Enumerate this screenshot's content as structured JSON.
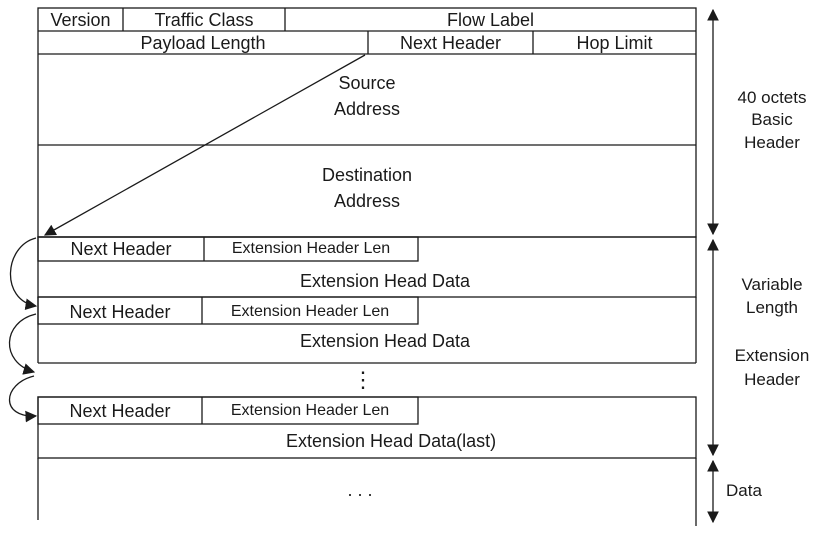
{
  "header": {
    "version": "Version",
    "traffic_class": "Traffic Class",
    "flow_label": "Flow Label",
    "payload_length": "Payload Length",
    "next_header": "Next Header",
    "hop_limit": "Hop Limit",
    "source_line1": "Source",
    "source_line2": "Address",
    "dest_line1": "Destination",
    "dest_line2": "Address"
  },
  "extensions": [
    {
      "next_header": "Next Header",
      "ext_len": "Extension Header Len",
      "data": "Extension Head Data"
    },
    {
      "next_header": "Next Header",
      "ext_len": "Extension Header Len",
      "data": "Extension Head Data"
    },
    {
      "next_header": "Next Header",
      "ext_len": "Extension Header Len",
      "data": "Extension Head Data(last)"
    }
  ],
  "vertical_ellipsis": "⋮",
  "data_ellipsis": ". . .",
  "side": {
    "basic": [
      "40 octets",
      "Basic",
      "Header"
    ],
    "ext": [
      "Variable",
      "Length",
      "Extension",
      "Header"
    ],
    "data": "Data"
  },
  "colors": {
    "line": "#1a1a1a",
    "background": "#ffffff"
  }
}
